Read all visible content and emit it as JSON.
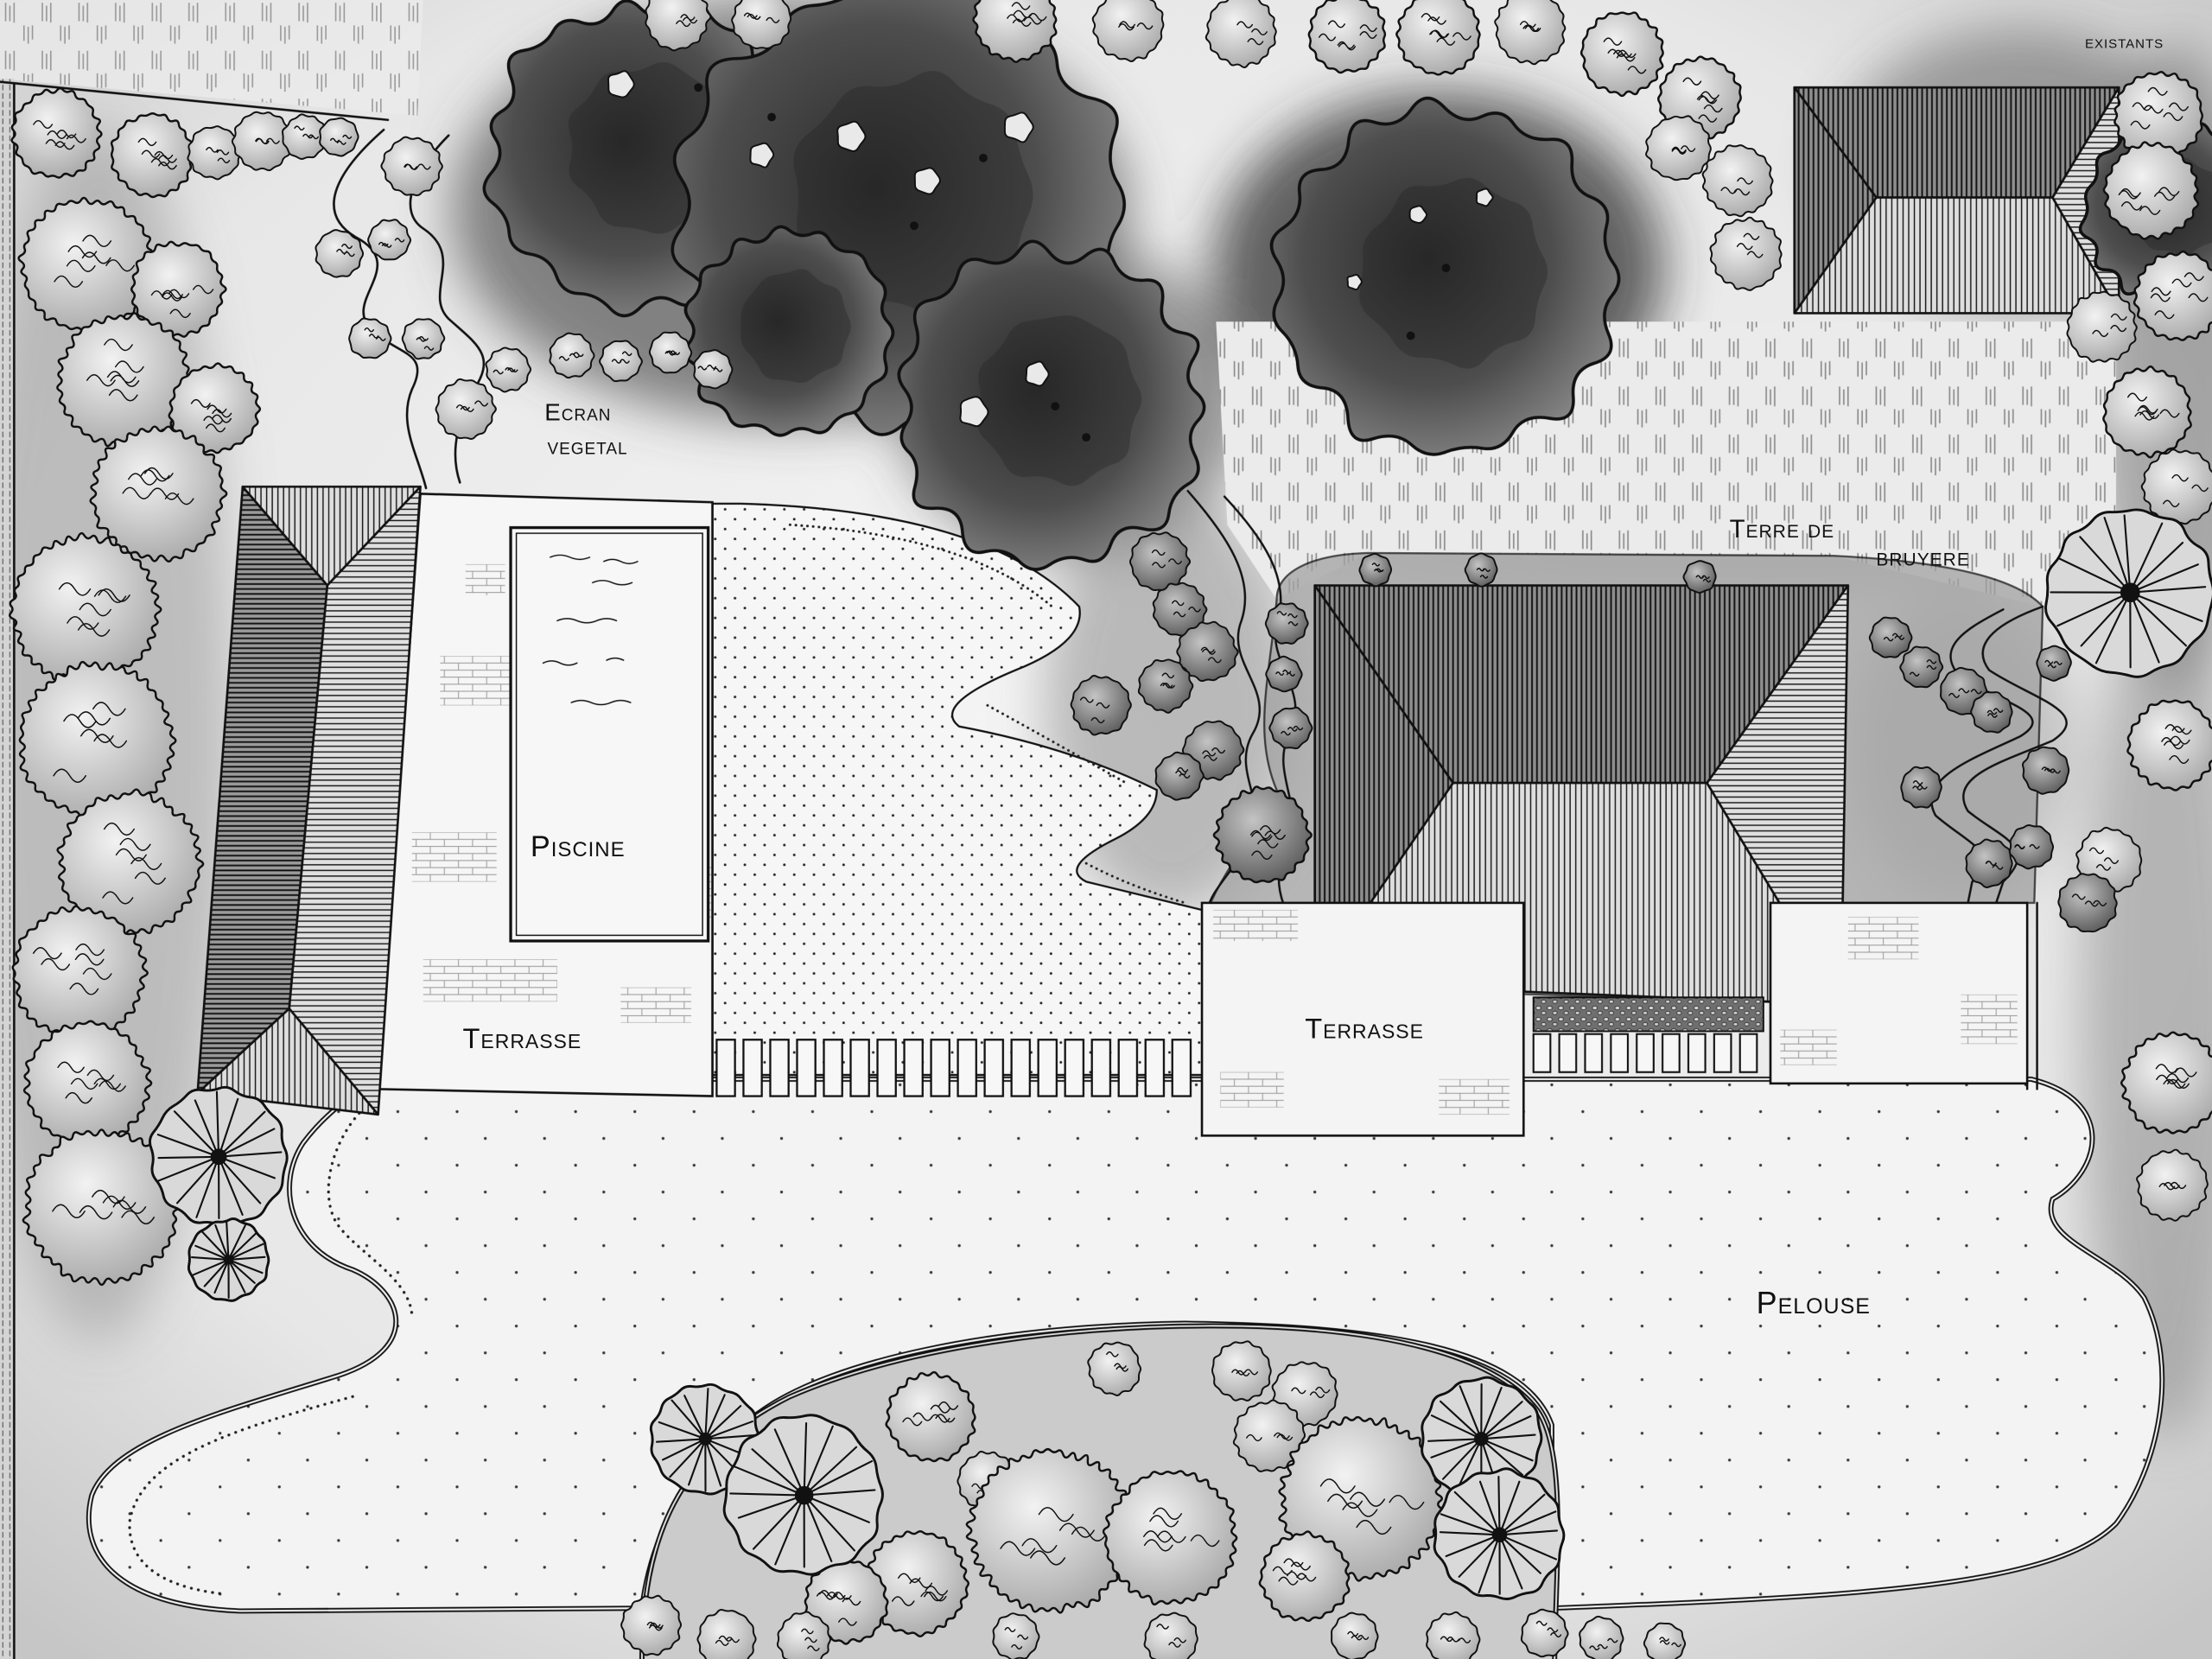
{
  "labels": {
    "existants": "existants",
    "ecran_vegetal": [
      "Ecran",
      "vegetal"
    ],
    "terre_de_bruyere": [
      "Terre de",
      "bruyere"
    ],
    "piscine": "Piscine",
    "terrasse_pool": "Terrasse",
    "terrasse_house": "Terrasse",
    "pelouse": "Pelouse"
  },
  "colors": {
    "ink": "#111111",
    "paper": "#f2f2f2",
    "wash": "#4a4a4a"
  }
}
